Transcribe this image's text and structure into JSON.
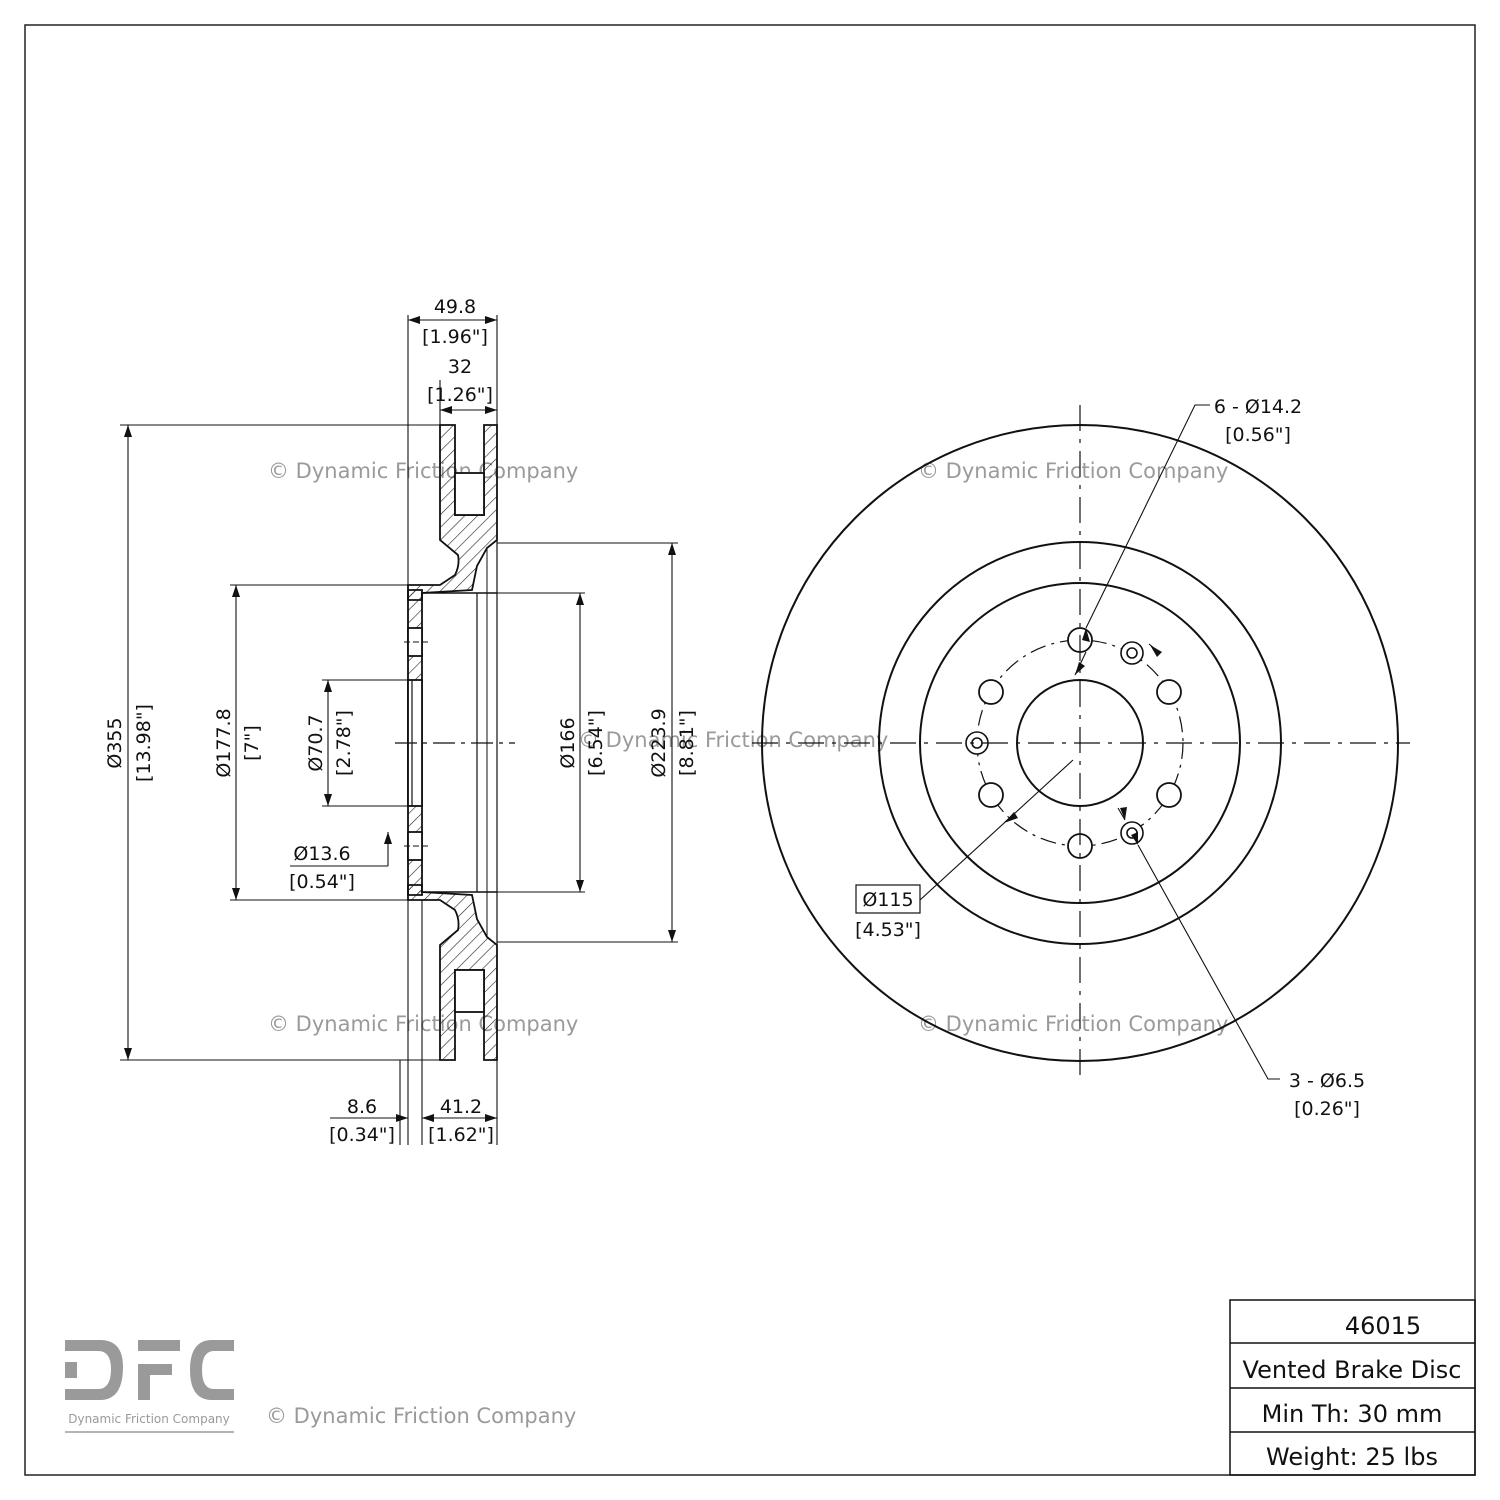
{
  "watermark": "© Dynamic Friction Company",
  "logo": {
    "letters": "DFC",
    "tagline": "Dynamic Friction Company"
  },
  "title_block": {
    "part_number": "46015",
    "description": "Vented Brake Disc",
    "min_thickness": "Min Th: 30 mm",
    "weight": "Weight: 25 lbs"
  },
  "dimensions": {
    "overall_width": {
      "mm": "49.8",
      "in": "[1.96\"]"
    },
    "rotor_thickness": {
      "mm": "32",
      "in": "[1.26\"]"
    },
    "outer_diameter": {
      "mm": "Ø355",
      "in": "[13.98\"]"
    },
    "hat_diameter": {
      "mm": "Ø177.8",
      "in": "[7\"]"
    },
    "center_bore": {
      "mm": "Ø70.7",
      "in": "[2.78\"]"
    },
    "stud_hole": {
      "mm": "Ø13.6",
      "in": "[0.54\"]"
    },
    "inner_hat_diameter": {
      "mm": "Ø166",
      "in": "[6.54\"]"
    },
    "friction_inner_diameter": {
      "mm": "Ø223.9",
      "in": "[8.81\"]"
    },
    "hat_offset": {
      "mm": "8.6",
      "in": "[0.34\"]"
    },
    "hat_height": {
      "mm": "41.2",
      "in": "[1.62\"]"
    },
    "lug_holes": {
      "mm": "6 - Ø14.2",
      "in": "[0.56\"]"
    },
    "bolt_circle": {
      "mm": "Ø115",
      "in": "[4.53\"]"
    },
    "small_holes": {
      "mm": "3 - Ø6.5",
      "in": "[0.26\"]"
    }
  }
}
